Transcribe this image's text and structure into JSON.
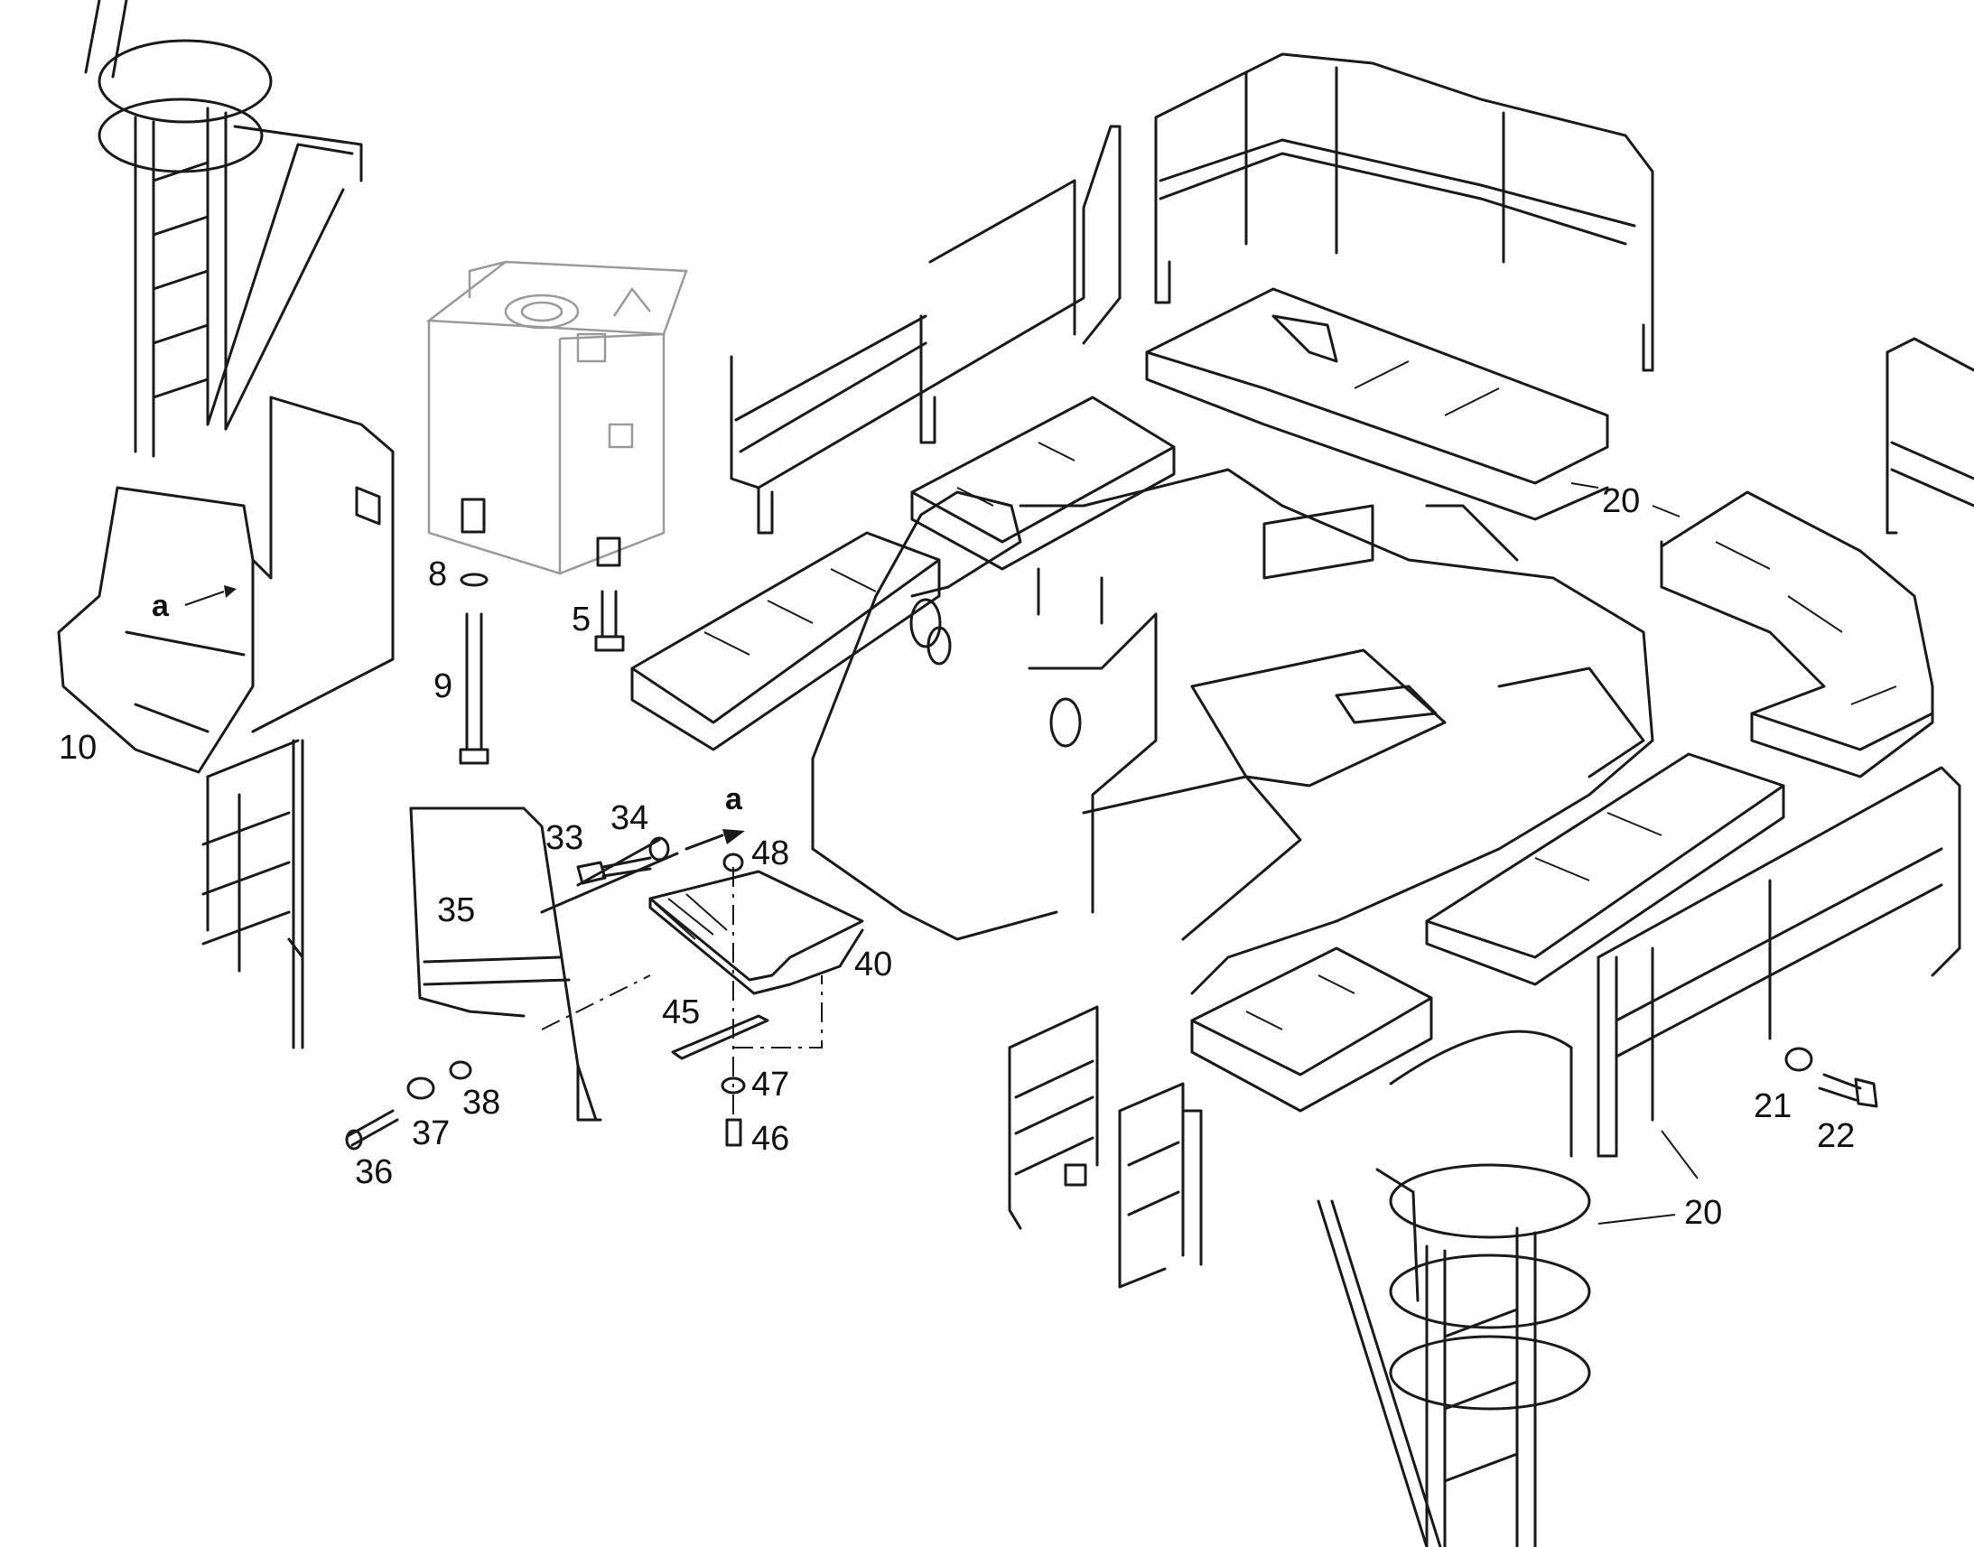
{
  "callouts": {
    "c5": "5",
    "c8": "8",
    "c9": "9",
    "c10": "10",
    "c20a": "20",
    "c20b": "20",
    "c21": "21",
    "c22": "22",
    "c33": "33",
    "c34": "34",
    "c35": "35",
    "c36": "36",
    "c37": "37",
    "c38": "38",
    "c40": "40",
    "c45": "45",
    "c46": "46",
    "c47": "47",
    "c48": "48"
  },
  "refs": {
    "a1": "a",
    "a2": "a"
  },
  "colors": {
    "line": "#1a1a1a",
    "ghost": "#9a9a9a",
    "background": "#ffffff"
  }
}
